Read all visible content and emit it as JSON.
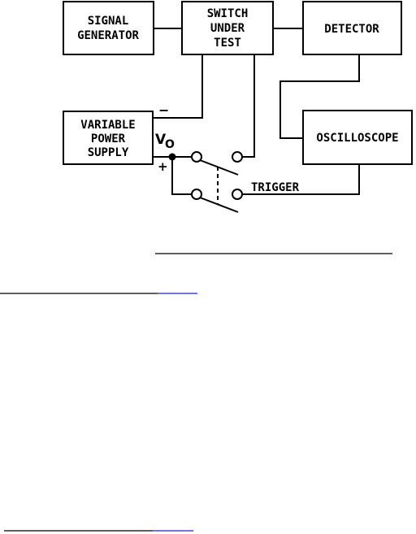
{
  "blocks": {
    "signal_generator": [
      "SIGNAL",
      "GENERATOR"
    ],
    "switch_under_test": [
      "SWITCH",
      "UNDER",
      "TEST"
    ],
    "detector": [
      "DETECTOR"
    ],
    "variable_power_supply": [
      "VARIABLE",
      "POWER",
      "SUPPLY"
    ],
    "oscilloscope": [
      "OSCILLOSCOPE"
    ]
  },
  "labels": {
    "minus": "−",
    "plus": "+",
    "v": "V",
    "v_sub": "O",
    "trigger": "TRIGGER"
  },
  "colors": {
    "ink": "#000000",
    "link": "#2222cc"
  }
}
